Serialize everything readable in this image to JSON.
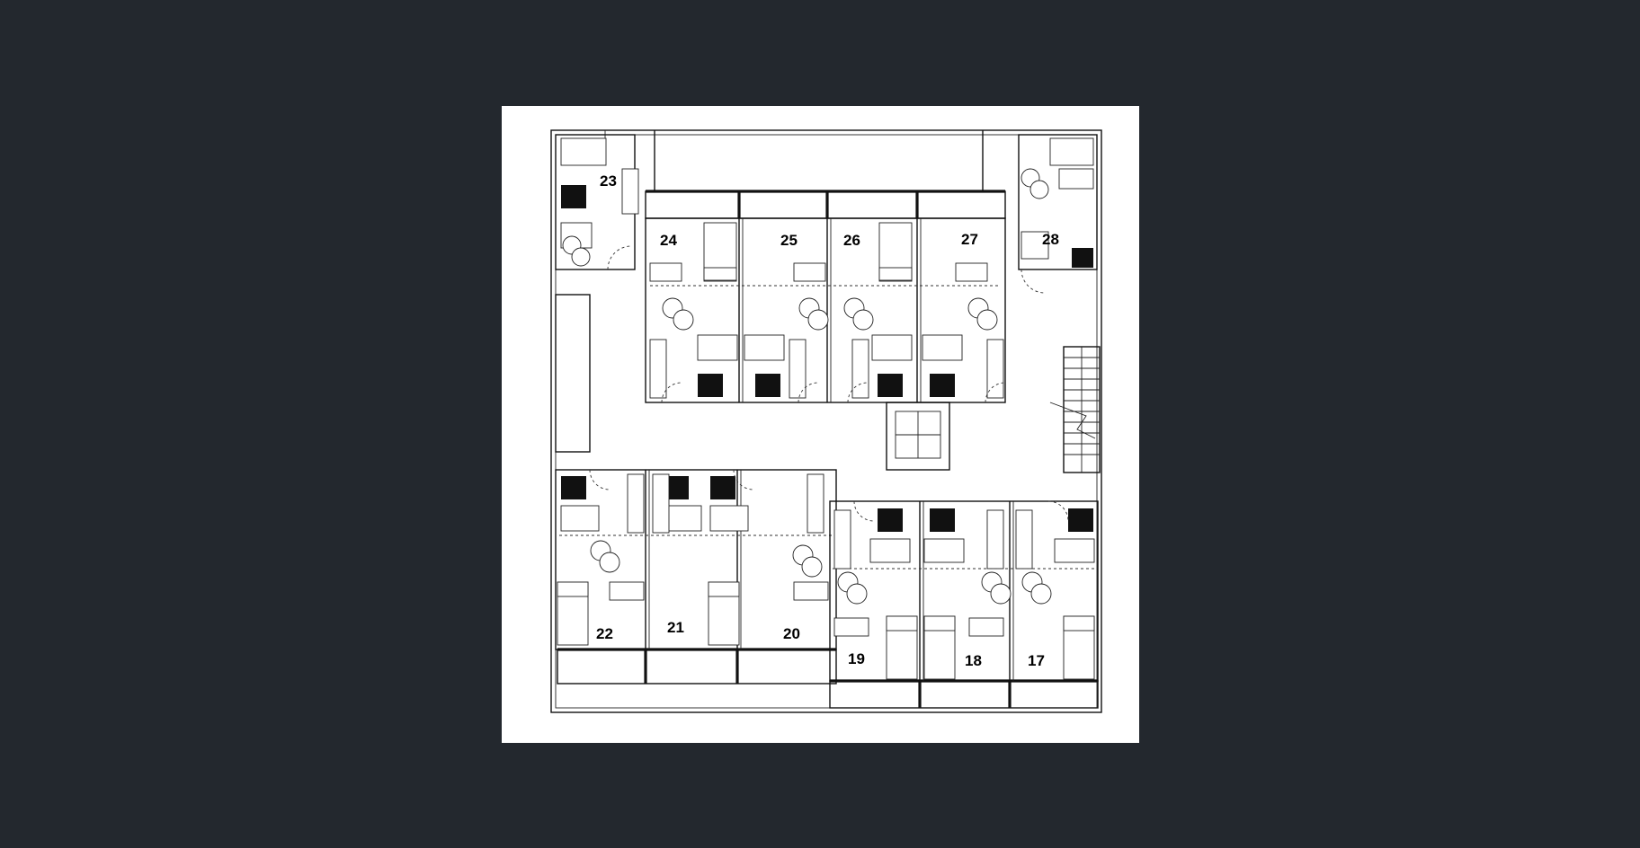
{
  "floor_plan": {
    "rooms": [
      {
        "number": "23"
      },
      {
        "number": "24"
      },
      {
        "number": "25"
      },
      {
        "number": "26"
      },
      {
        "number": "27"
      },
      {
        "number": "28"
      },
      {
        "number": "22"
      },
      {
        "number": "21"
      },
      {
        "number": "20"
      },
      {
        "number": "19"
      },
      {
        "number": "18"
      },
      {
        "number": "17"
      }
    ]
  },
  "colors": {
    "viewer_background": "#23282e",
    "sheet_background": "#ffffff",
    "line_color": "#111111"
  }
}
